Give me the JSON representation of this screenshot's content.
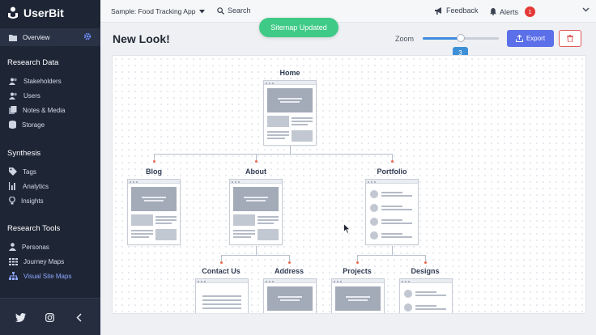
{
  "brand": {
    "name": "UserBit"
  },
  "sidebar": {
    "overview_label": "Overview",
    "sections": [
      {
        "title": "Research Data",
        "items": [
          "Stakeholders",
          "Users",
          "Notes & Media",
          "Storage"
        ]
      },
      {
        "title": "Synthesis",
        "items": [
          "Tags",
          "Analytics",
          "Insights"
        ]
      },
      {
        "title": "Research Tools",
        "items": [
          "Personas",
          "Journey Maps",
          "Visual Site Maps"
        ]
      }
    ],
    "active_item": "Visual Site Maps"
  },
  "topbar": {
    "project": "Sample: Food Tracking App",
    "search": "Search",
    "feedback": "Feedback",
    "alerts": "Alerts",
    "alert_count": "1"
  },
  "toast": "Sitemap Updated",
  "page": {
    "title": "New Look!"
  },
  "zoom": {
    "label": "Zoom",
    "value": "3",
    "fraction": 0.5
  },
  "export_label": "Export",
  "sitemap": {
    "home": "Home",
    "blog": "Blog",
    "about": "About",
    "portfolio": "Portfolio",
    "contact": "Contact Us",
    "address": "Address",
    "projects": "Projects",
    "designs": "Designs"
  },
  "colors": {
    "accent": "#5b6fe8",
    "toast": "#3fca87",
    "sidebar": "#1e2535",
    "connector_dot": "#e86a4f"
  }
}
